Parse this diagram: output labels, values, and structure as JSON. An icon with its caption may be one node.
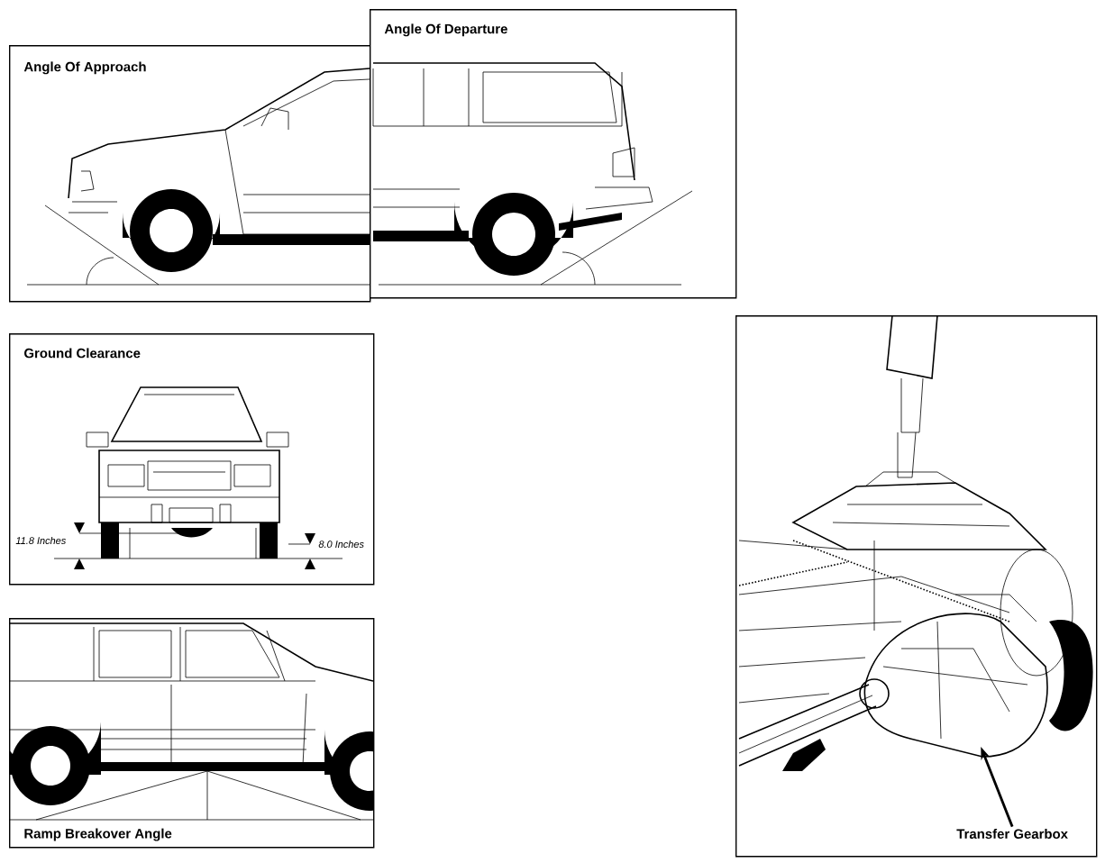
{
  "diagram": {
    "nodes": [
      {
        "text": [
          "Angle Of Approach"
        ]
      },
      {
        "text": [
          "Angle Of Departure"
        ]
      },
      {
        "text": [
          "Ground Clearance"
        ]
      },
      {
        "text": [
          "Ramp Breakover Angle"
        ]
      },
      {
        "text": [],
        "shape": "box"
      },
      {
        "text": [
          "Transfer Gearbox"
        ],
        "in": 4
      },
      {
        "text": [],
        "shape": "picture",
        "in": 4
      }
    ],
    "edges": [
      {
        "from": 5,
        "to": 6,
        "arrow": "to"
      }
    ],
    "labels": [
      "11.8 Inches",
      "8.0 Inches"
    ]
  }
}
